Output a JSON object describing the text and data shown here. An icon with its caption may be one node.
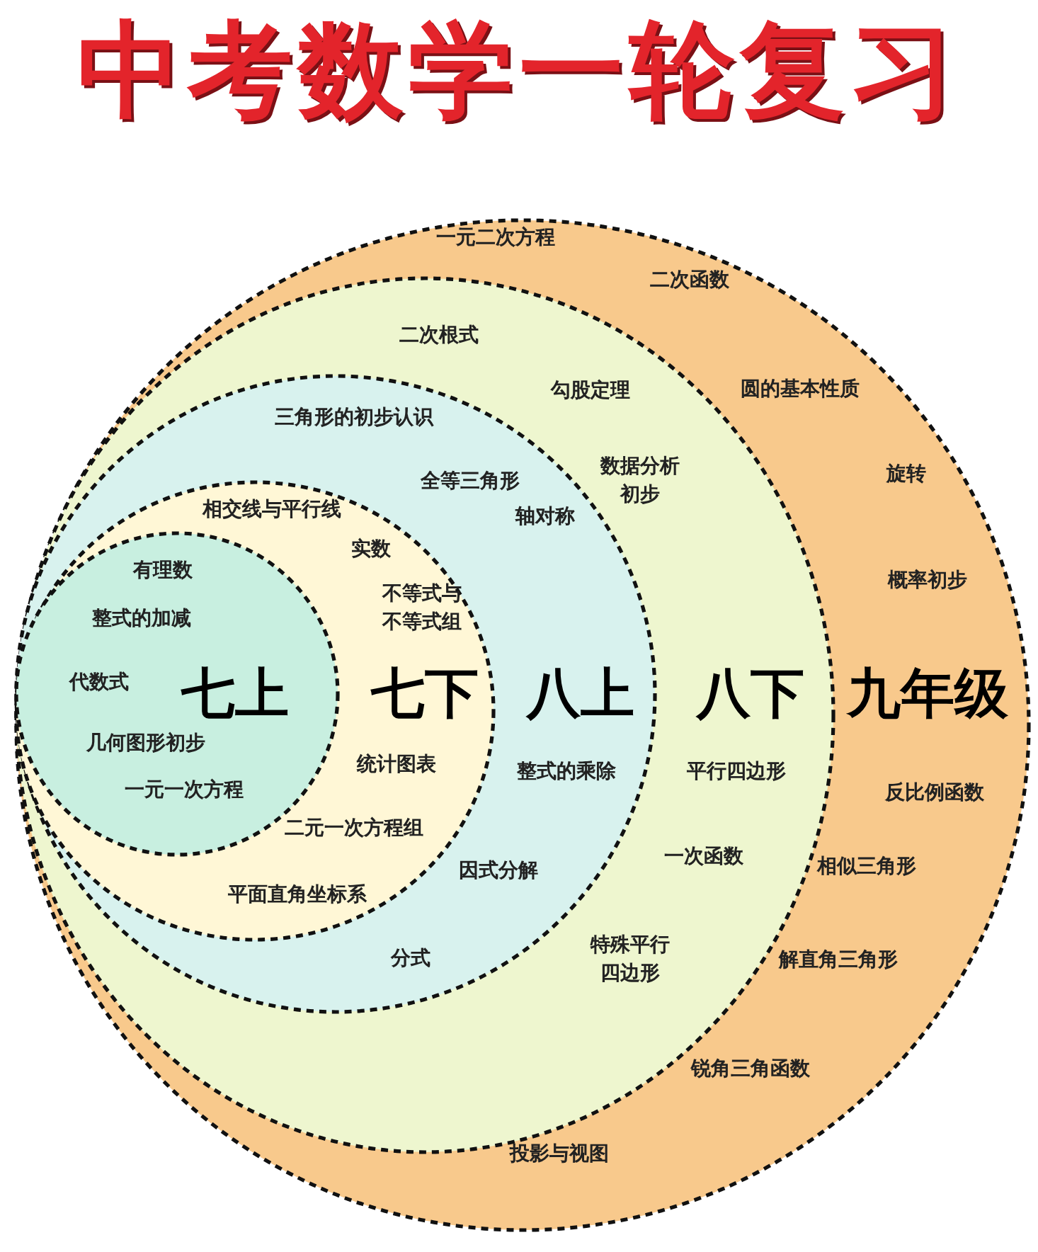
{
  "diagram": {
    "title": "中考数学一轮复习",
    "nodes": [
      {
        "text": [
          "九年级",
          "一元二次方程",
          "二次函数",
          "圆的基本性质",
          "旋转",
          "概率初步",
          "反比例函数",
          "相似三角形",
          "解直角三角形",
          "锐角三角函数",
          "投影与视图"
        ]
      },
      {
        "text": [
          "八下",
          "二次根式",
          "勾股定理",
          "数据分析初步",
          "平行四边形",
          "一次函数",
          "特殊平行四边形"
        ],
        "in": 0
      },
      {
        "text": [
          "八上",
          "三角形的初步认识",
          "全等三角形",
          "轴对称",
          "整式的乘除",
          "因式分解",
          "分式"
        ],
        "in": 1
      },
      {
        "text": [
          "七下",
          "相交线与平行线",
          "实数",
          "不等式与不等式组",
          "统计图表",
          "二元一次方程组",
          "平面直角坐标系"
        ],
        "in": 2
      },
      {
        "text": [
          "七上",
          "有理数",
          "整式的加减",
          "代数式",
          "几何图形初步",
          "一元一次方程"
        ],
        "in": 3
      }
    ]
  }
}
